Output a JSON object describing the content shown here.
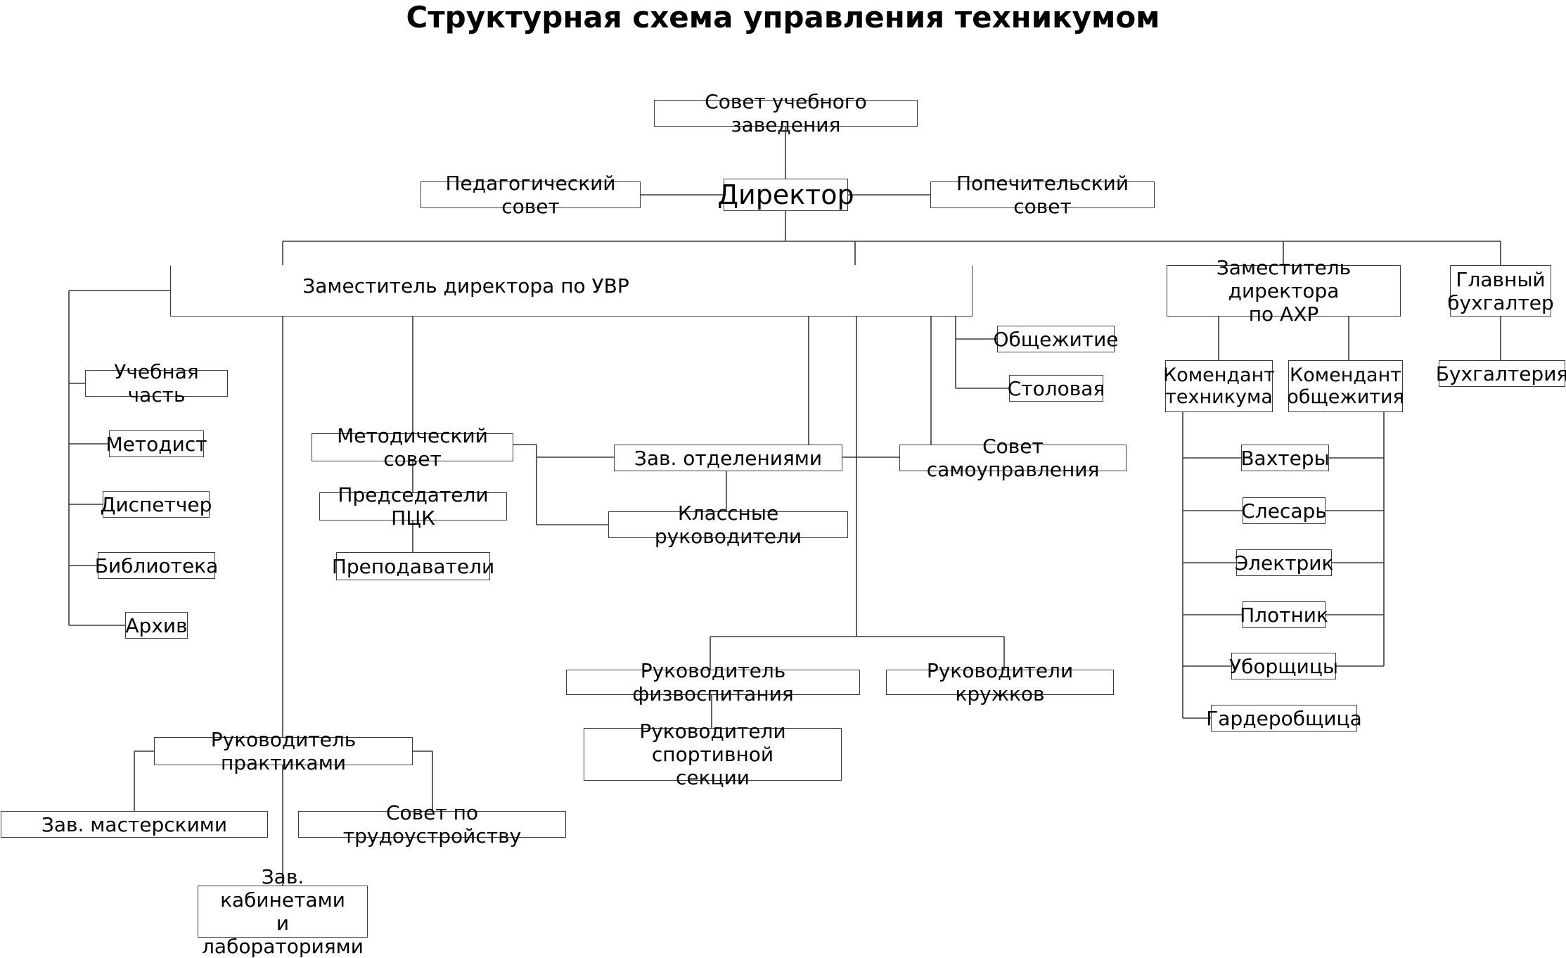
{
  "title": "Структурная схема управления техникумом",
  "nodes": {
    "council_institution": "Совет учебного заведения",
    "director": "Директор",
    "pedagogical_council": "Педагогический совет",
    "board_of_trustees": "Попечительский совет",
    "deputy_uvr": "Заместитель директора по УВР",
    "deputy_ahr": "Заместитель директора\nпо АХР",
    "chief_accountant": "Главный\nбухгалтер",
    "accounting": "Бухгалтерия",
    "dormitory": "Общежитие",
    "canteen": "Столовая",
    "academic_part": "Учебная часть",
    "methodologist": "Методист",
    "dispatcher": "Диспетчер",
    "library": "Библиотека",
    "archive": "Архив",
    "methodical_council": "Методический совет",
    "pck_chairs": "Председатели ПЦК",
    "teachers": "Преподаватели",
    "dept_heads": "Зав. отделениями",
    "class_teachers": "Классные руководители",
    "self_government": "Совет самоуправления",
    "commandant_tech": "Комендант\nтехникума",
    "commandant_dorm": "Комендант\nобщежития",
    "watchmen": "Вахтеры",
    "locksmith": "Слесарь",
    "electrician": "Электрик",
    "carpenter": "Плотник",
    "cleaners": "Уборщицы",
    "cloakroom": "Гардеробщица",
    "pe_head": "Руководитель физвоспитания",
    "clubs_heads": "Руководители кружков",
    "sport_section_heads": "Руководители спортивной\nсекции",
    "practice_head": "Руководитель практиками",
    "workshops_head": "Зав. мастерскими",
    "employment_council": "Совет по трудоустройству",
    "cabinets_labs_head": "Зав. кабинетами\nи лабораториями"
  }
}
